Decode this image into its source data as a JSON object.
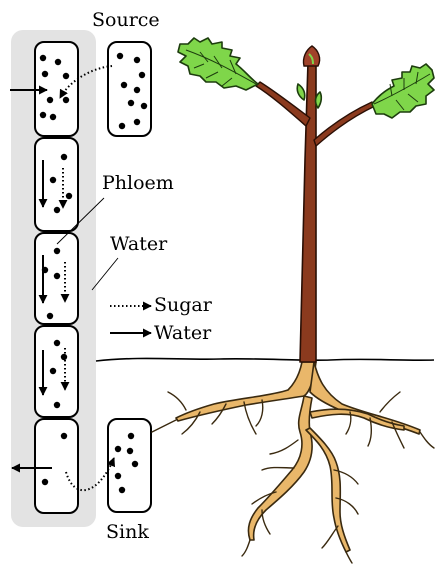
{
  "labels": {
    "source": "Source",
    "phloem": "Phloem",
    "water": "Water",
    "sink": "Sink"
  },
  "legend": {
    "sugar": "Sugar",
    "water": "Water"
  },
  "colors": {
    "phloem_background": "#e3e3e3",
    "leaf": "#7fd64a",
    "stem": "#8b3a1e",
    "root": "#e9b76a"
  }
}
